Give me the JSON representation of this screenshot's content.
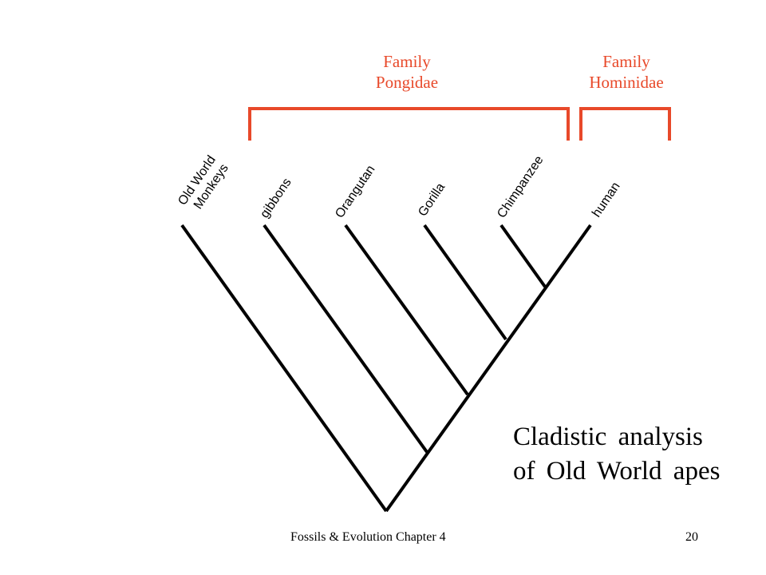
{
  "colors": {
    "bracket": "#e8492a",
    "family_label": "#e8492a",
    "tree": "#000000"
  },
  "families": [
    {
      "line1": "Family",
      "line2": "Pongidae"
    },
    {
      "line1": "Family",
      "line2": "Hominidae"
    }
  ],
  "taxa": [
    {
      "line1": "Old World",
      "line2": "Monkeys"
    },
    {
      "line1": "gibbons"
    },
    {
      "line1": "Orangutan"
    },
    {
      "line1": "Gorilla"
    },
    {
      "line1": "Chimpanzee"
    },
    {
      "line1": "human"
    }
  ],
  "caption": {
    "line1": "Cladistic analysis",
    "line2": "of Old World apes"
  },
  "footer": {
    "left": "Fossils & Evolution Chapter 4",
    "right": "20"
  }
}
